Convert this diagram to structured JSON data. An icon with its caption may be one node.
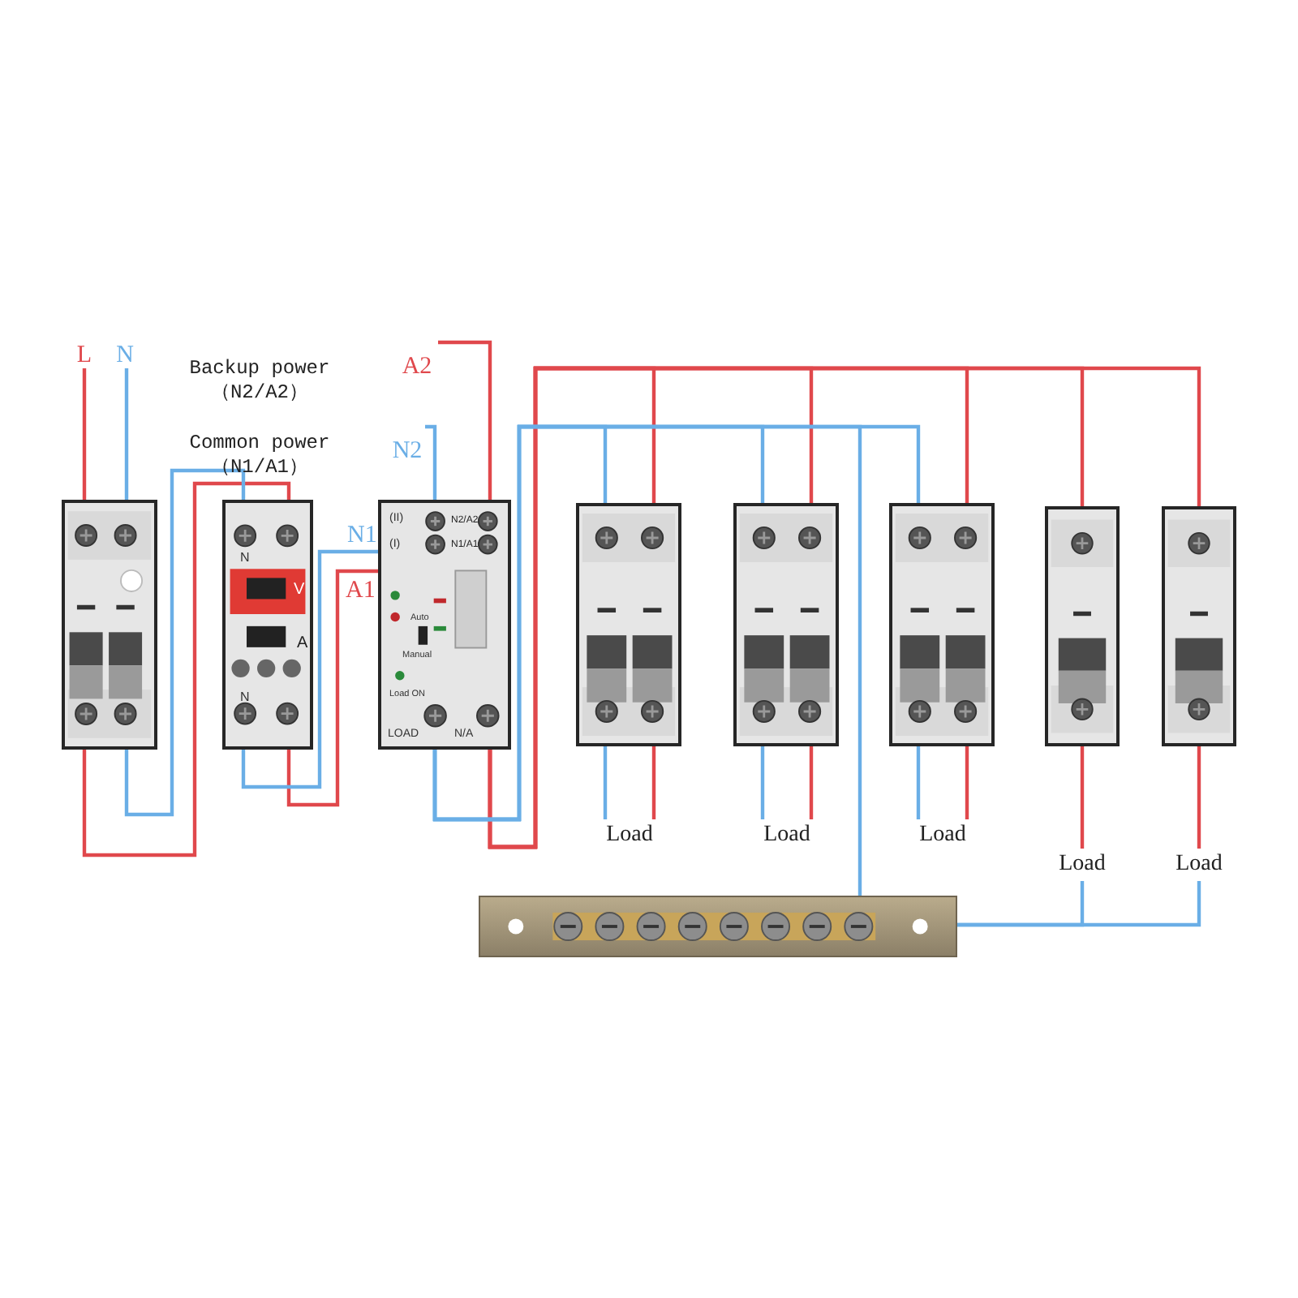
{
  "diagram": {
    "nodes": [
      {
        "text": [
          "L"
        ]
      },
      {
        "text": [
          "N"
        ]
      },
      {
        "text": [
          "A2"
        ]
      },
      {
        "text": [
          "N2"
        ]
      },
      {
        "text": [],
        "shape": "picture"
      },
      {
        "text": [
          "N",
          "V",
          "A",
          "N"
        ]
      },
      {
        "text": [
          "(II)",
          "N2/A2",
          "(I)",
          "N1/A1",
          "Auto",
          "Manual",
          "Load ON",
          "LOAD",
          "N/A"
        ]
      },
      {
        "text": [],
        "shape": "picture"
      },
      {
        "text": [],
        "shape": "picture"
      },
      {
        "text": [],
        "shape": "picture"
      },
      {
        "text": [],
        "shape": "picture"
      },
      {
        "text": [],
        "shape": "picture"
      },
      {
        "text": [],
        "shape": "picture"
      },
      {
        "text": [
          "Load"
        ]
      },
      {
        "text": [
          "Load"
        ]
      },
      {
        "text": [
          "Load"
        ]
      },
      {
        "text": [
          "Load"
        ]
      },
      {
        "text": [
          "Load"
        ]
      }
    ],
    "edges": [
      {
        "from": 0,
        "to": 4,
        "arrow": "none",
        "color": "#e0484c"
      },
      {
        "from": 1,
        "to": 4,
        "arrow": "none",
        "color": "#6aaee6"
      },
      {
        "from": 4,
        "to": 5,
        "arrow": "none",
        "color": "#e0484c"
      },
      {
        "from": 4,
        "to": 5,
        "arrow": "none",
        "color": "#6aaee6"
      },
      {
        "from": 5,
        "to": 6,
        "arrow": "none",
        "color": "#e0484c",
        "label": "A1"
      },
      {
        "from": 5,
        "to": 6,
        "arrow": "none",
        "color": "#6aaee6",
        "label": "N1"
      },
      {
        "from": 2,
        "to": 6,
        "arrow": "none",
        "color": "#e0484c"
      },
      {
        "from": 3,
        "to": 6,
        "arrow": "none",
        "color": "#6aaee6"
      },
      {
        "from": 6,
        "to": 7,
        "arrow": "none",
        "color": "#e0484c"
      },
      {
        "from": 6,
        "to": 8,
        "arrow": "none",
        "color": "#e0484c"
      },
      {
        "from": 6,
        "to": 9,
        "arrow": "none",
        "color": "#e0484c"
      },
      {
        "from": 6,
        "to": 10,
        "arrow": "none",
        "color": "#e0484c"
      },
      {
        "from": 6,
        "to": 11,
        "arrow": "none",
        "color": "#e0484c"
      },
      {
        "from": 6,
        "to": 7,
        "arrow": "none",
        "color": "#6aaee6"
      },
      {
        "from": 6,
        "to": 8,
        "arrow": "none",
        "color": "#6aaee6"
      },
      {
        "from": 6,
        "to": 9,
        "arrow": "none",
        "color": "#6aaee6"
      },
      {
        "from": 6,
        "to": 12,
        "arrow": "none",
        "color": "#6aaee6"
      },
      {
        "from": 7,
        "to": 13,
        "arrow": "none",
        "color": "#6aaee6"
      },
      {
        "from": 7,
        "to": 13,
        "arrow": "none",
        "color": "#e0484c"
      },
      {
        "from": 8,
        "to": 14,
        "arrow": "none",
        "color": "#6aaee6"
      },
      {
        "from": 8,
        "to": 14,
        "arrow": "none",
        "color": "#e0484c"
      },
      {
        "from": 9,
        "to": 15,
        "arrow": "none",
        "color": "#6aaee6"
      },
      {
        "from": 9,
        "to": 15,
        "arrow": "none",
        "color": "#e0484c"
      },
      {
        "from": 10,
        "to": 16,
        "arrow": "none",
        "color": "#e0484c"
      },
      {
        "from": 11,
        "to": 17,
        "arrow": "none",
        "color": "#e0484c"
      },
      {
        "from": 12,
        "to": 16,
        "arrow": "none",
        "color": "#6aaee6"
      },
      {
        "from": 12,
        "to": 17,
        "arrow": "none",
        "color": "#6aaee6"
      }
    ],
    "labels": [
      "Backup power （N2/A2）",
      "Common power （N1/A1）"
    ]
  }
}
